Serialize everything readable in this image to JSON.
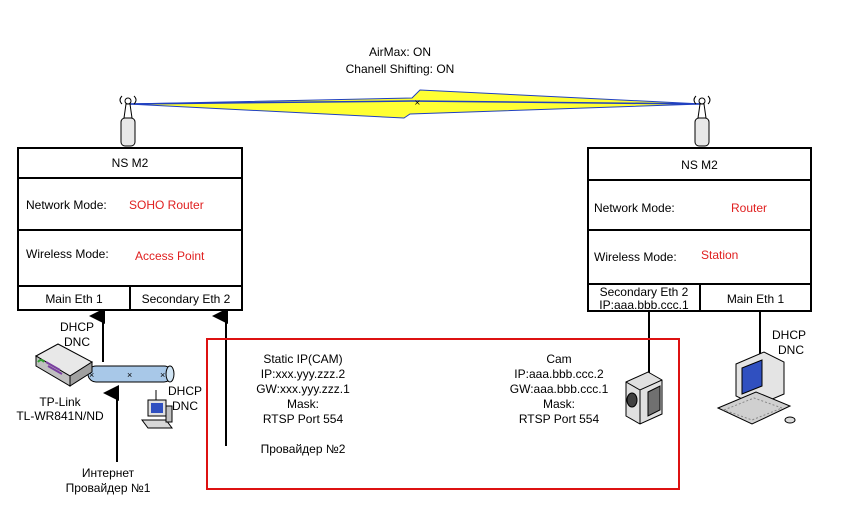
{
  "link": {
    "airmax": "AirMax: ON",
    "channel_shifting": "Chanell Shifting: ON",
    "colors": {
      "bolt": "#ffff33",
      "line_blue": "#2040c0"
    }
  },
  "left_device": {
    "title": "NS M2",
    "network_mode_label": "Network Mode:",
    "network_mode_value": "SOHO Router",
    "wireless_mode_label": "Wireless Mode:",
    "wireless_mode_value": "Access Point",
    "port_main": "Main Eth 1",
    "port_secondary": "Secondary Eth 2"
  },
  "right_device": {
    "title": "NS M2",
    "network_mode_label": "Network Mode:",
    "network_mode_value": "Router",
    "wireless_mode_label": "Wireless Mode:",
    "wireless_mode_value": "Station",
    "port_secondary_line1": "Secondary Eth 2",
    "port_secondary_line2": "IP:aaa.bbb.ccc.1",
    "port_main": "Main Eth 1"
  },
  "left_side": {
    "dhcp_top": "DHCP",
    "dnc_top": "DNC",
    "router_name_1": "TP-Link",
    "router_name_2": "TL-WR841N/ND",
    "dhcp_pc": "DHCP",
    "dnc_pc": "DNC",
    "internet_1": "Интернет",
    "internet_2": "Провайдер №1"
  },
  "static_ip": {
    "line1": "Static IP(CAM)",
    "line2": "IP:xxx.yyy.zzz.2",
    "line3": "GW:xxx.yyy.zzz.1",
    "line4": "Mask:",
    "line5": "RTSP Port 554",
    "provider": "Провайдер №2"
  },
  "cam": {
    "line1": "Cam",
    "line2": "IP:aaa.bbb.ccc.2",
    "line3": "GW:aaa.bbb.ccc.1",
    "line4": "Mask:",
    "line5": "RTSP Port 554"
  },
  "right_side": {
    "dhcp": "DHCP",
    "dnc": "DNC"
  },
  "accent_colors": {
    "red_text": "#e02020",
    "red_frame": "#dd1111"
  },
  "icons": [
    "antenna-icon",
    "router-icon",
    "computer-icon",
    "camera-icon",
    "cable-icon"
  ]
}
